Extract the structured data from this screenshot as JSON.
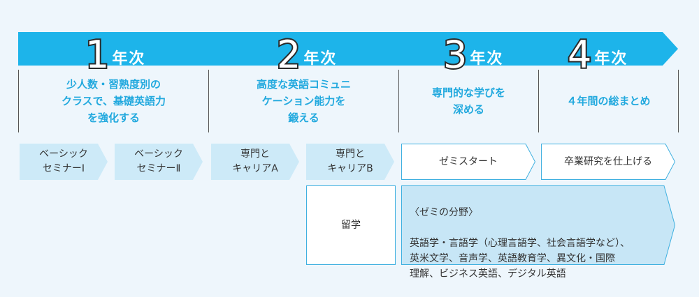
{
  "years": [
    {
      "number": "1",
      "suffix": "年次"
    },
    {
      "number": "2",
      "suffix": "年次"
    },
    {
      "number": "3",
      "suffix": "年次"
    },
    {
      "number": "4",
      "suffix": "年次"
    }
  ],
  "descriptions": [
    "少人数・習熟度別の\nクラスで、基礎英語力\nを強化する",
    "高度な英語コミュニ\nケーション能力を\n鍛える",
    "専門的な学びを\n深める",
    "４年間の総まとめ"
  ],
  "courses": {
    "basic_seminar_1": "ベーシック\nセミナーⅠ",
    "basic_seminar_2": "ベーシック\nセミナーⅡ",
    "specialty_career_a": "専門と\nキャリアA",
    "specialty_career_b": "専門と\nキャリアB",
    "seminar_start": "ゼミスタート",
    "graduation_research": "卒業研究を仕上げる",
    "study_abroad": "留学"
  },
  "seminar_fields": {
    "title": "〈ゼミの分野〉",
    "body": "英語学・言語学（心理言語学、社会言語学など）、\n英米文学、音声学、英語教育学、異文化・国際\n理解、ビジネス英語、デジタル英語"
  },
  "colors": {
    "banner": "#1db4ea",
    "description_text": "#22a9de",
    "light_box": "#cdeaf8",
    "white_box": "#ffffff",
    "field_box": "#c7e6f6",
    "box_border": "#3fb0e0"
  }
}
